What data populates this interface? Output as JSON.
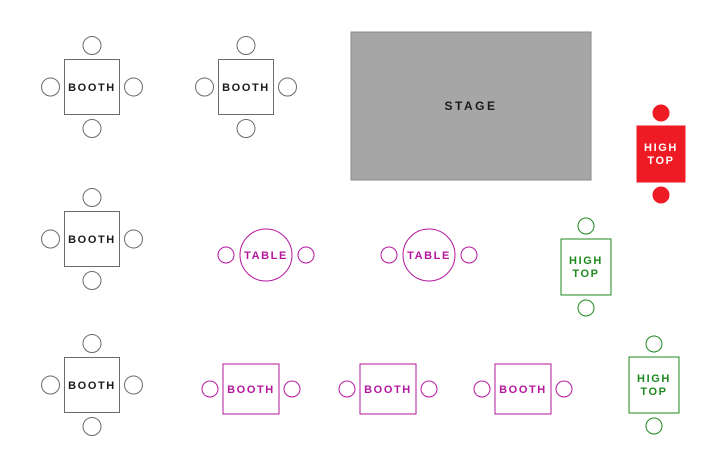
{
  "floor_plan": {
    "stage": {
      "label": "STAGE"
    },
    "colors": {
      "default": "#6b6b6b",
      "stage_fill": "#a6a6a6",
      "magenta": "#b5179e",
      "green": "#1f8a1f",
      "red": "#ee1b24",
      "white": "#ffffff",
      "text_dark": "#1a1a1a"
    },
    "units": [
      {
        "id": "booth-1",
        "label": "BOOTH",
        "color": "default"
      },
      {
        "id": "booth-2",
        "label": "BOOTH",
        "color": "default"
      },
      {
        "id": "booth-3",
        "label": "BOOTH",
        "color": "default"
      },
      {
        "id": "booth-4",
        "label": "BOOTH",
        "color": "default"
      },
      {
        "id": "booth-5",
        "label": "BOOTH",
        "color": "magenta"
      },
      {
        "id": "booth-6",
        "label": "BOOTH",
        "color": "magenta"
      },
      {
        "id": "booth-7",
        "label": "BOOTH",
        "color": "magenta"
      },
      {
        "id": "table-1",
        "label": "TABLE",
        "color": "magenta"
      },
      {
        "id": "table-2",
        "label": "TABLE",
        "color": "magenta"
      },
      {
        "id": "high-top-1",
        "label_lines": [
          "HIGH",
          "TOP"
        ],
        "color": "red"
      },
      {
        "id": "high-top-2",
        "label_lines": [
          "HIGH",
          "TOP"
        ],
        "color": "green"
      },
      {
        "id": "high-top-3",
        "label_lines": [
          "HIGH",
          "TOP"
        ],
        "color": "green"
      }
    ]
  }
}
